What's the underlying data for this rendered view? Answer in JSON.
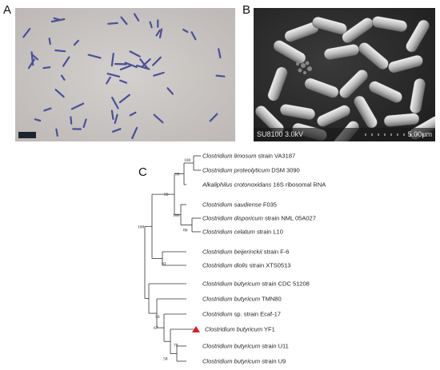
{
  "panels": {
    "a": {
      "letter": "A"
    },
    "b": {
      "letter": "B",
      "instrument_text": "SU8100 3.0kV",
      "scale_text": "5.00μm"
    },
    "c": {
      "letter": "C"
    }
  },
  "tree": {
    "taxa": [
      {
        "id": "t1",
        "italic": "Clostridium limosum",
        "plain": " strain VA3187",
        "highlight": false
      },
      {
        "id": "t2",
        "italic": "Clostridium proteolyticum",
        "plain": " DSM 3090",
        "highlight": false
      },
      {
        "id": "t3",
        "italic": "Alkaliphilus crotonoxidans",
        "plain": " 16S ribosomal RNA",
        "highlight": false
      },
      {
        "id": "t4",
        "italic": "Clostridium saudiense",
        "plain": " F035",
        "highlight": false
      },
      {
        "id": "t5",
        "italic": "Clostridium disporicum",
        "plain": " strain NML 05A027",
        "highlight": false
      },
      {
        "id": "t6",
        "italic": "Clostridium celatum",
        "plain": " strain L10",
        "highlight": false
      },
      {
        "id": "t7",
        "italic": "Clostridium beijerinckii",
        "plain": " strain F-6",
        "highlight": false
      },
      {
        "id": "t8",
        "italic": "Clostridium diolis",
        "plain": " strain XTS0513",
        "highlight": false
      },
      {
        "id": "t9",
        "italic": "Clostridium butyricum",
        "plain": " strain CDC 51208",
        "highlight": false
      },
      {
        "id": "t10",
        "italic": "Clostridium butyricum",
        "plain": " TMN80",
        "highlight": false
      },
      {
        "id": "t11",
        "italic": "Clostridium",
        "plain": " sp. strain Ecaf-17",
        "highlight": false
      },
      {
        "id": "t12",
        "italic": "Clostridium butyricum",
        "plain": " YF1",
        "highlight": true
      },
      {
        "id": "t13",
        "italic": "Clostridium butyricum",
        "plain": " strain U11",
        "highlight": false
      },
      {
        "id": "t14",
        "italic": "Clostridium butyricum",
        "plain": " strain U9",
        "highlight": false
      }
    ],
    "bootstrap": {
      "n_t1_t2": "100",
      "n_t123": "99",
      "n_t5_t6": "86",
      "n_t456": "100",
      "n_t1_6": "99",
      "n_t7_t8": "63",
      "n_t1_8": "100",
      "n_t13_t14": "58",
      "n_t12_14": "78",
      "n_t11_14": "67",
      "n_t10_14": "56"
    },
    "marker_color": "#e01b24"
  }
}
